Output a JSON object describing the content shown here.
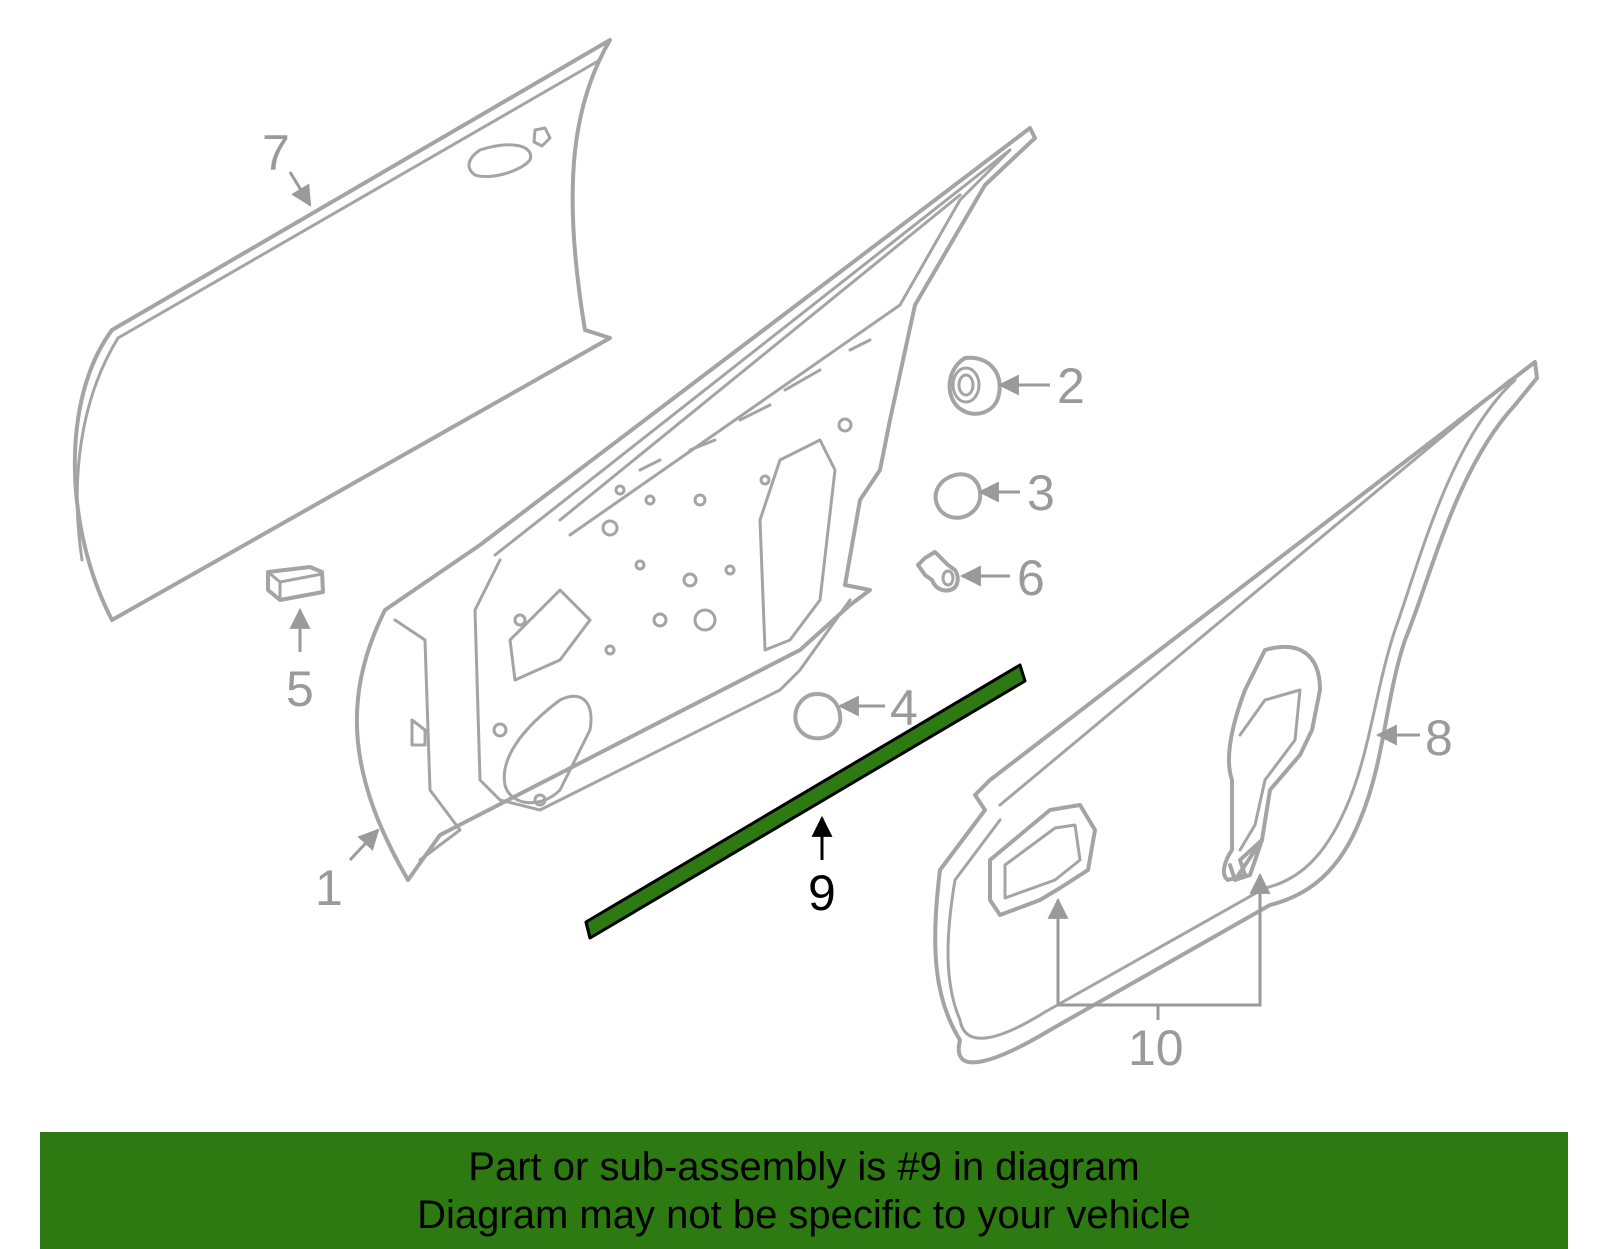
{
  "callouts": {
    "c1": "1",
    "c2": "2",
    "c3": "3",
    "c4": "4",
    "c5": "5",
    "c6": "6",
    "c7": "7",
    "c8": "8",
    "c9": "9",
    "c10": "10"
  },
  "highlight_color": "#2d7a12",
  "banner": {
    "line1": "Part or sub-assembly is #9 in diagram",
    "line2": "Diagram may not be specific to your vehicle"
  },
  "icons": [
    "door-skin-icon",
    "door-shell-icon",
    "weatherstrip-icon",
    "grommet-icon",
    "plug-icon",
    "bumper-icon",
    "clip-icon",
    "molding-strip-icon",
    "sealing-screen-icon"
  ]
}
